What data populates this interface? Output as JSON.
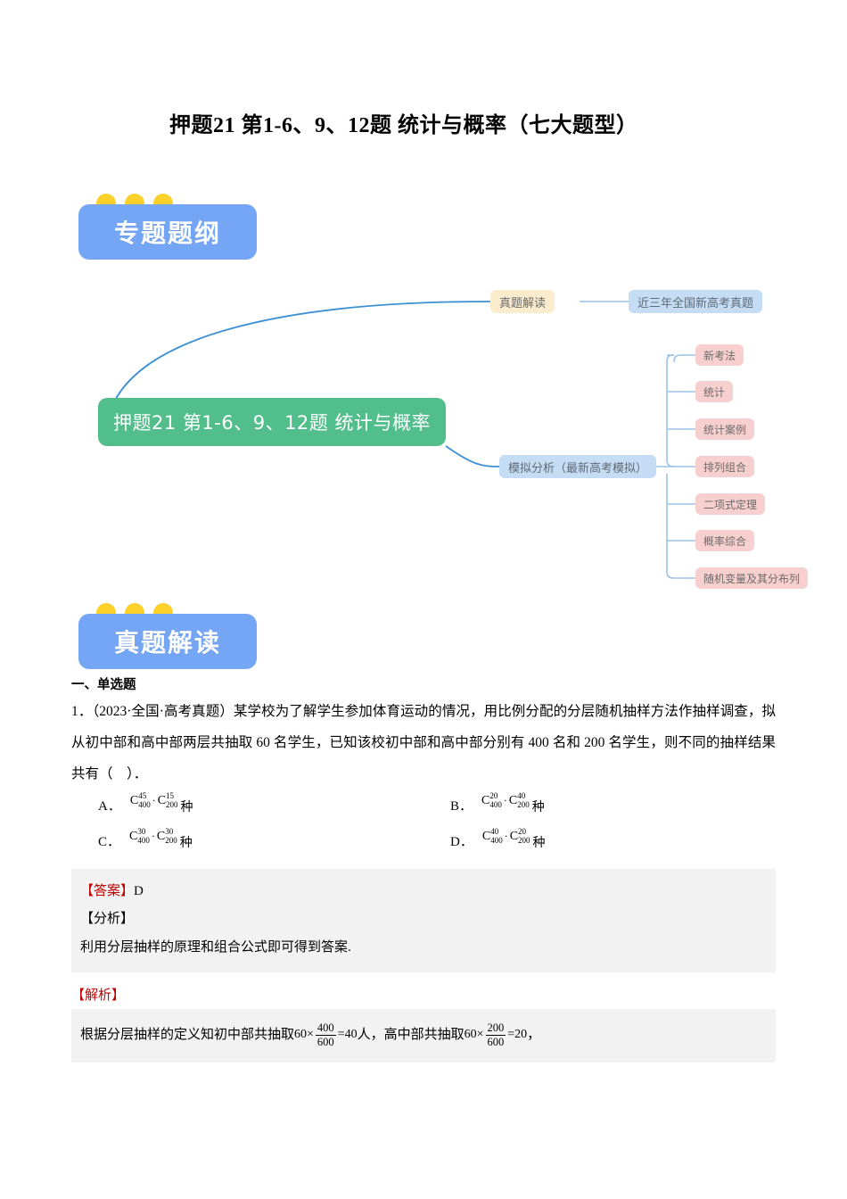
{
  "document": {
    "title": "押题21 第1-6、9、12题 统计与概率（七大题型）"
  },
  "sections": [
    {
      "badge": "专题题纲"
    },
    {
      "badge": "真题解读"
    }
  ],
  "mindmap": {
    "root": "押题21 第1-6、9、12题 统计与概率",
    "branches": [
      {
        "label": "真题解读",
        "type": "topic",
        "children": [
          "近三年全国新高考真题"
        ]
      },
      {
        "label": "模拟分析（最新高考模拟）",
        "type": "blue",
        "children": [
          "新考法",
          "统计",
          "统计案例",
          "排列组合",
          "二项式定理",
          "概率综合",
          "随机变量及其分布列"
        ]
      }
    ],
    "colors": {
      "root": "#52BE8C",
      "topic": "#FBECCD",
      "blue": "#C5DCF5",
      "pink": "#F8CFCF",
      "line": "#3D8FD4",
      "line_light": "#9CC3E8"
    }
  },
  "question_section": {
    "heading": "一、单选题",
    "number": "1．",
    "source": "（2023·全国·高考真题）",
    "stem": "某学校为了解学生参加体育运动的情况，用比例分配的分层随机抽样方法作抽样调查，拟从初中部和高中部两层共抽取 60 名学生，已知该校初中部和高中部分别有 400 名和 200 名学生，则不同的抽样结果共有（　）．",
    "options": [
      {
        "letter": "A．",
        "upper1": "45",
        "lower1": "400",
        "upper2": "15",
        "lower2": "200",
        "unit": "种"
      },
      {
        "letter": "B．",
        "upper1": "20",
        "lower1": "400",
        "upper2": "40",
        "lower2": "200",
        "unit": "种"
      },
      {
        "letter": "C．",
        "upper1": "30",
        "lower1": "400",
        "upper2": "30",
        "lower2": "200",
        "unit": "种"
      },
      {
        "letter": "D．",
        "upper1": "40",
        "lower1": "400",
        "upper2": "20",
        "lower2": "200",
        "unit": "种"
      }
    ],
    "answer": {
      "tag": "【答案】",
      "value": "D"
    },
    "analysis": {
      "tag": "【分析】",
      "text": "利用分层抽样的原理和组合公式即可得到答案."
    },
    "solution": {
      "tag": "【解析】",
      "lead": "根据分层抽样的定义知初中部共抽取",
      "expr1": {
        "coef": "60",
        "times": "×",
        "num": "400",
        "den": "600",
        "eq": "=40",
        "unit": "人，"
      },
      "mid": "高中部共抽取",
      "expr2": {
        "coef": "60",
        "times": "×",
        "num": "200",
        "den": "600",
        "eq": "=20",
        "unit": "，"
      }
    }
  },
  "symbols": {
    "comb_letter": "C",
    "dot": "·"
  }
}
